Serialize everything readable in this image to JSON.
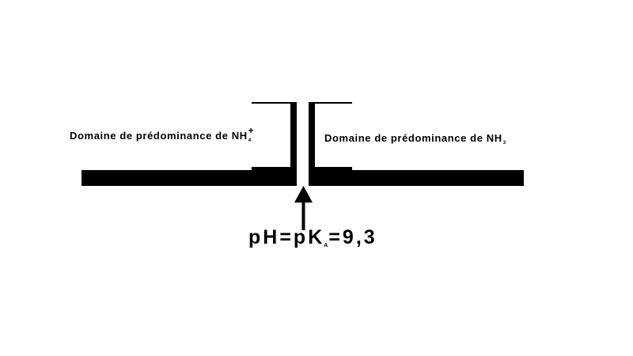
{
  "left_domain": {
    "text": "Domaine de prédominance de NH",
    "subscript": "4",
    "superscript": "+"
  },
  "right_domain": {
    "text": "Domaine de prédominance de NH",
    "subscript": "3"
  },
  "boundary": {
    "lhs": "pH=pK",
    "subscript": "A",
    "rhs": "=9,3"
  },
  "colors": {
    "ink": "#000000",
    "background": "#ffffff"
  }
}
